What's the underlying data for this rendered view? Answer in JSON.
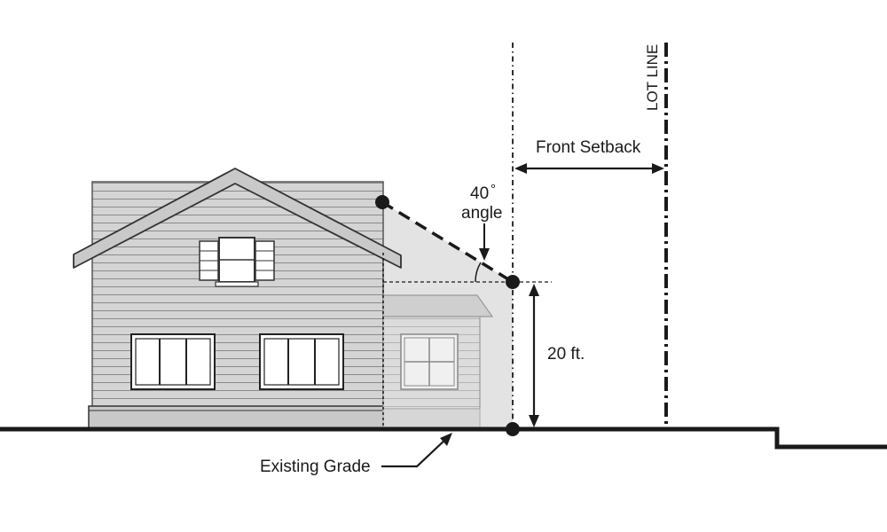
{
  "labels": {
    "lot_line": "LOT LINE",
    "front_setback": "Front Setback",
    "angle_value": "40",
    "angle_degree": "°",
    "angle_word": "angle",
    "height": "20 ft.",
    "existing_grade": "Existing Grade"
  },
  "colors": {
    "line": "#1a1a1a",
    "siding": "#d4d4d4",
    "siding_stroke": "#7a7a7a",
    "roof": "#c9c9c9",
    "envelope": "#e3e3e3",
    "addition": "#d9d9d9",
    "window_fill": "#ffffff"
  }
}
